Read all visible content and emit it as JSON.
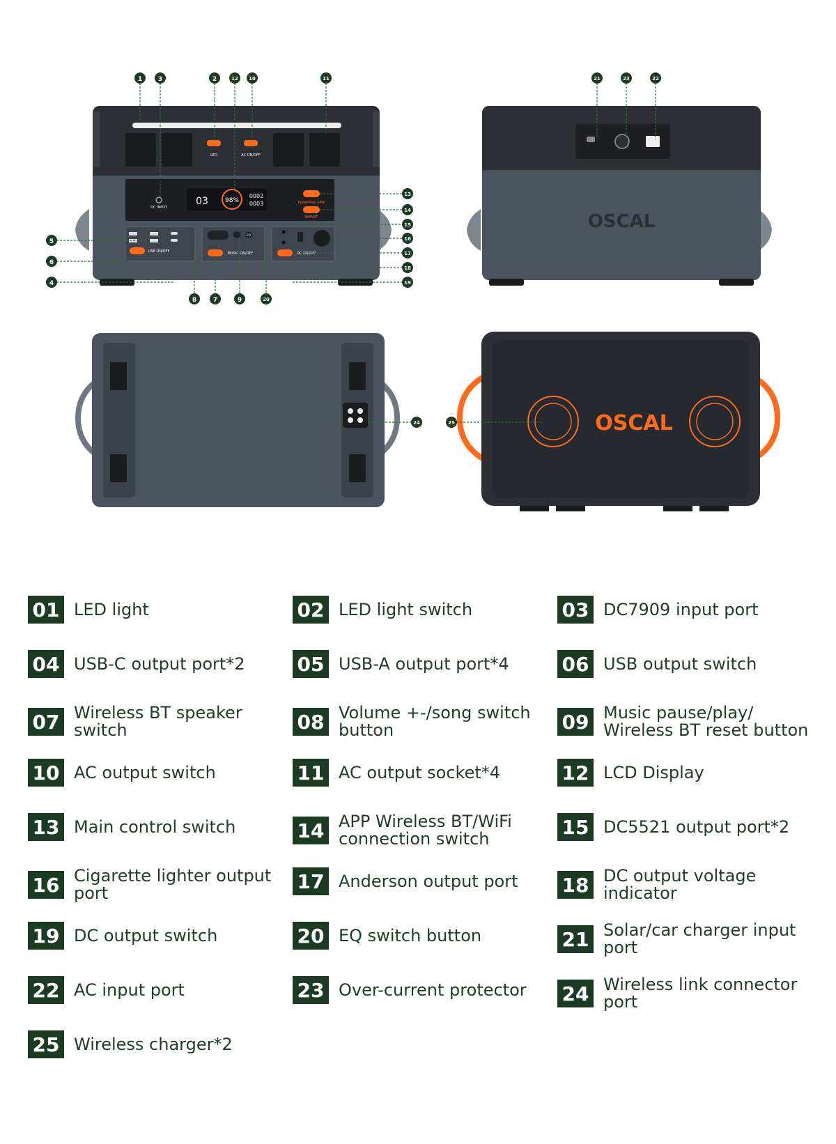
{
  "brand": {
    "logo": "OSCAL",
    "orange": "#ff6a1a",
    "dark": "#2c2f33",
    "grey": "#4a535e",
    "green": "#1c3b23",
    "callout_green": "#2e6b35"
  },
  "panel_labels": {
    "led": "LED",
    "ac_onoff": "AC ON/OFF",
    "dc_input": "DC INPUT",
    "usb_onoff": "USB ON/OFF",
    "music_onoff": "MUSIC ON/OFF",
    "dc_onoff": "DC ON/OFF",
    "on_off": "ON/OFF",
    "powermax": "PowerMax 24W",
    "wifi_bt": "WIFI/BT",
    "eq": "EQ",
    "lcd_left": "03",
    "lcd_percent": "98%",
    "lcd_right_top": "0002",
    "lcd_right_bottom": "0003"
  },
  "callouts": [
    "1",
    "2",
    "3",
    "4",
    "5",
    "6",
    "7",
    "8",
    "9",
    "10",
    "11",
    "12",
    "13",
    "14",
    "15",
    "16",
    "17",
    "18",
    "19",
    "20",
    "21",
    "22",
    "23",
    "24",
    "25"
  ],
  "legend": [
    {
      "num": "01",
      "text": "LED light"
    },
    {
      "num": "02",
      "text": "LED light switch"
    },
    {
      "num": "03",
      "text": "DC7909 input port"
    },
    {
      "num": "04",
      "text": "USB-C output port*2"
    },
    {
      "num": "05",
      "text": "USB-A output port*4"
    },
    {
      "num": "06",
      "text": "USB output switch"
    },
    {
      "num": "07",
      "text": "Wireless BT speaker switch"
    },
    {
      "num": "08",
      "text": "Volume +-/song switch button"
    },
    {
      "num": "09",
      "text": "Music pause/play/ Wireless BT reset button"
    },
    {
      "num": "10",
      "text": "AC output switch"
    },
    {
      "num": "11",
      "text": "AC output socket*4"
    },
    {
      "num": "12",
      "text": "LCD Display"
    },
    {
      "num": "13",
      "text": "Main control switch"
    },
    {
      "num": "14",
      "text": "APP Wireless BT/WiFi connection switch"
    },
    {
      "num": "15",
      "text": "DC5521 output port*2"
    },
    {
      "num": "16",
      "text": "Cigarette lighter output port"
    },
    {
      "num": "17",
      "text": "Anderson output port"
    },
    {
      "num": "18",
      "text": "DC output voltage indicator"
    },
    {
      "num": "19",
      "text": "DC output switch"
    },
    {
      "num": "20",
      "text": "EQ switch button"
    },
    {
      "num": "21",
      "text": "Solar/car charger input port"
    },
    {
      "num": "22",
      "text": "AC input port"
    },
    {
      "num": "23",
      "text": "Over-current protector"
    },
    {
      "num": "24",
      "text": "Wireless link connector port"
    },
    {
      "num": "25",
      "text": "Wireless charger*2"
    }
  ]
}
